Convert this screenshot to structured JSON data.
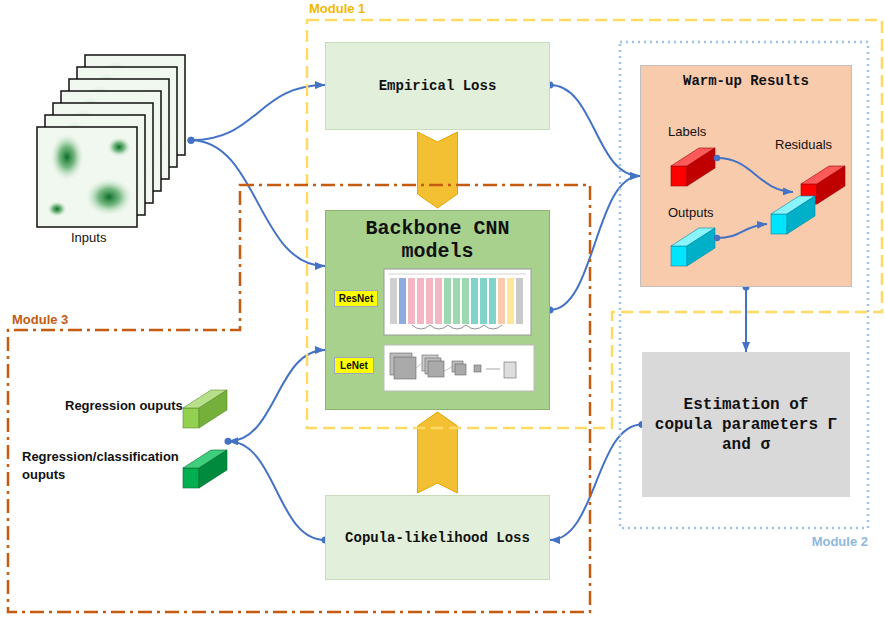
{
  "diagram": {
    "nodes": [
      {
        "text": [
          "Inputs"
        ]
      },
      {
        "text": [
          "Module 1"
        ]
      },
      {
        "text": [
          "Empirical Loss"
        ],
        "in": 1
      },
      {
        "text": [
          "Backbone CNN models"
        ],
        "in": 1
      },
      {
        "text": [
          "ResNet"
        ],
        "in": 3
      },
      {
        "text": [
          "LeNet"
        ],
        "in": 3
      },
      {
        "text": [
          "Module 2"
        ]
      },
      {
        "text": [
          "Warm-up Results"
        ],
        "in": 6
      },
      {
        "text": [
          "Estimation of copula parameters Γ and σ"
        ],
        "in": 6
      },
      {
        "text": [
          "Module 3"
        ]
      },
      {
        "text": [
          "Regression ouputs",
          "Regression/classification ouputs"
        ],
        "in": 9
      },
      {
        "text": [
          "Copula-likelihood Loss"
        ],
        "in": 9
      }
    ],
    "edges": [
      {
        "from": 0,
        "to": 2,
        "arrow": "to"
      },
      {
        "from": 0,
        "to": 3,
        "arrow": "to"
      },
      {
        "from": 2,
        "to": 3,
        "arrow": "to"
      },
      {
        "from": 2,
        "to": 7,
        "arrow": "to"
      },
      {
        "from": 3,
        "to": 7,
        "arrow": "to"
      },
      {
        "from": 7,
        "to": 8,
        "arrow": "to"
      },
      {
        "from": 8,
        "to": 11,
        "arrow": "to"
      },
      {
        "from": 11,
        "to": 3,
        "arrow": "to"
      },
      {
        "from": 11,
        "to": 10,
        "arrow": "to"
      },
      {
        "from": 10,
        "to": 3,
        "arrow": "to"
      }
    ],
    "labels": [
      "Labels",
      "Outputs",
      "Residuals"
    ]
  }
}
